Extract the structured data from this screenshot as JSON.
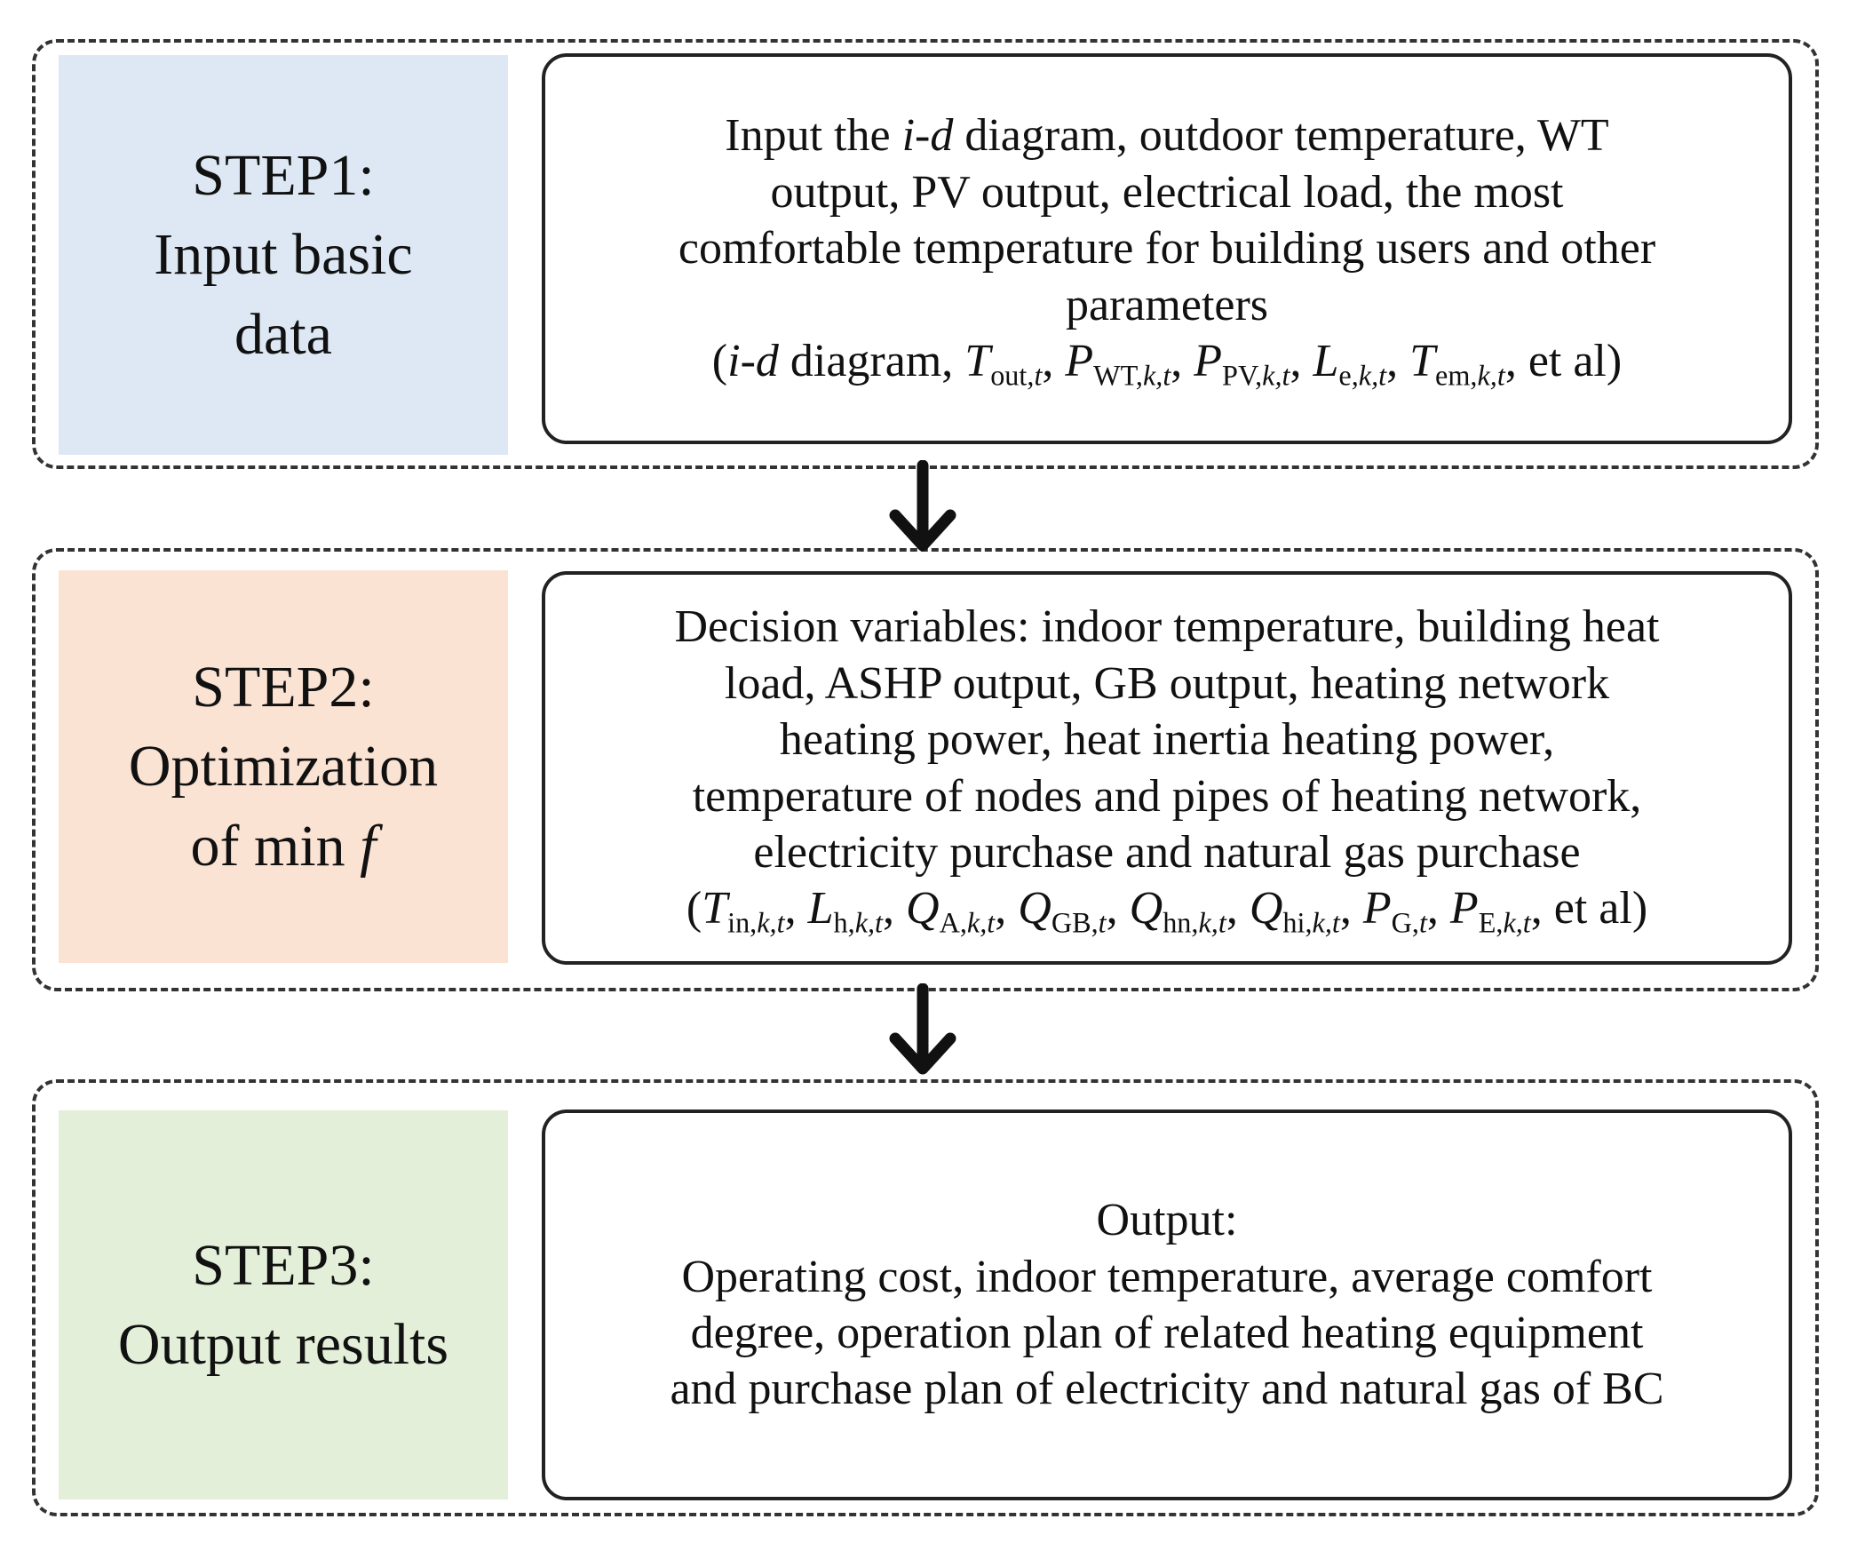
{
  "steps": [
    {
      "title": "STEP1:",
      "lines": [
        "Input basic",
        "data"
      ],
      "color": "#dde8f4",
      "content": {
        "pre": "Input the ",
        "pre_italic": "i-d",
        "text_first_rest": " diagram, outdoor temperature, WT",
        "text_lines": [
          "output, PV output, electrical load, the most",
          "comfortable temperature for building users and other",
          "parameters"
        ],
        "vars_open": "(",
        "vars_first_italic": "i-d",
        "vars_first_rest": " diagram, ",
        "vars": [
          {
            "sym": "T",
            "sub": "out,",
            "sub_i": "t"
          },
          {
            "sym": "P",
            "sub": "WT,",
            "sub_i": "k,t"
          },
          {
            "sym": "P",
            "sub": "PV,",
            "sub_i": "k,t"
          },
          {
            "sym": "L",
            "sub": "e,",
            "sub_i": "k,t"
          },
          {
            "sym": "T",
            "sub": "em,",
            "sub_i": "k,t"
          }
        ],
        "vars_close": " et al)"
      }
    },
    {
      "title": "STEP2:",
      "lines": [
        "Optimization"
      ],
      "last_line_pre": "of min ",
      "last_line_italic": "f",
      "color": "#fbe3d4",
      "content": {
        "text_lines": [
          "Decision variables: indoor temperature, building heat",
          "load, ASHP output, GB output, heating network",
          "heating power, heat inertia heating power,",
          "temperature of nodes and pipes of heating network,",
          "electricity purchase and natural gas purchase"
        ],
        "vars_open": "(",
        "vars": [
          {
            "sym": "T",
            "sub": "in,",
            "sub_i": "k,t"
          },
          {
            "sym": "L",
            "sub": "h,",
            "sub_i": "k,t"
          },
          {
            "sym": "Q",
            "sub": "A,",
            "sub_i": "k,t"
          },
          {
            "sym": "Q",
            "sub": "GB,",
            "sub_i": "t"
          },
          {
            "sym": "Q",
            "sub": "hn,",
            "sub_i": "k,t"
          },
          {
            "sym": "Q",
            "sub": "hi,",
            "sub_i": "k,t"
          },
          {
            "sym": "P",
            "sub": "G,",
            "sub_i": "t"
          },
          {
            "sym": "P",
            "sub": "E,",
            "sub_i": "k,t"
          }
        ],
        "vars_close": " et al)"
      }
    },
    {
      "title": "STEP3:",
      "lines": [
        "Output results"
      ],
      "color": "#e3efd9",
      "content": {
        "text_lines": [
          "Output:",
          "Operating cost, indoor temperature, average comfort",
          "degree, operation plan of related heating equipment",
          "and purchase plan of electricity and natural gas of BC"
        ]
      }
    }
  ],
  "arrow_icon": "down-arrow-icon"
}
